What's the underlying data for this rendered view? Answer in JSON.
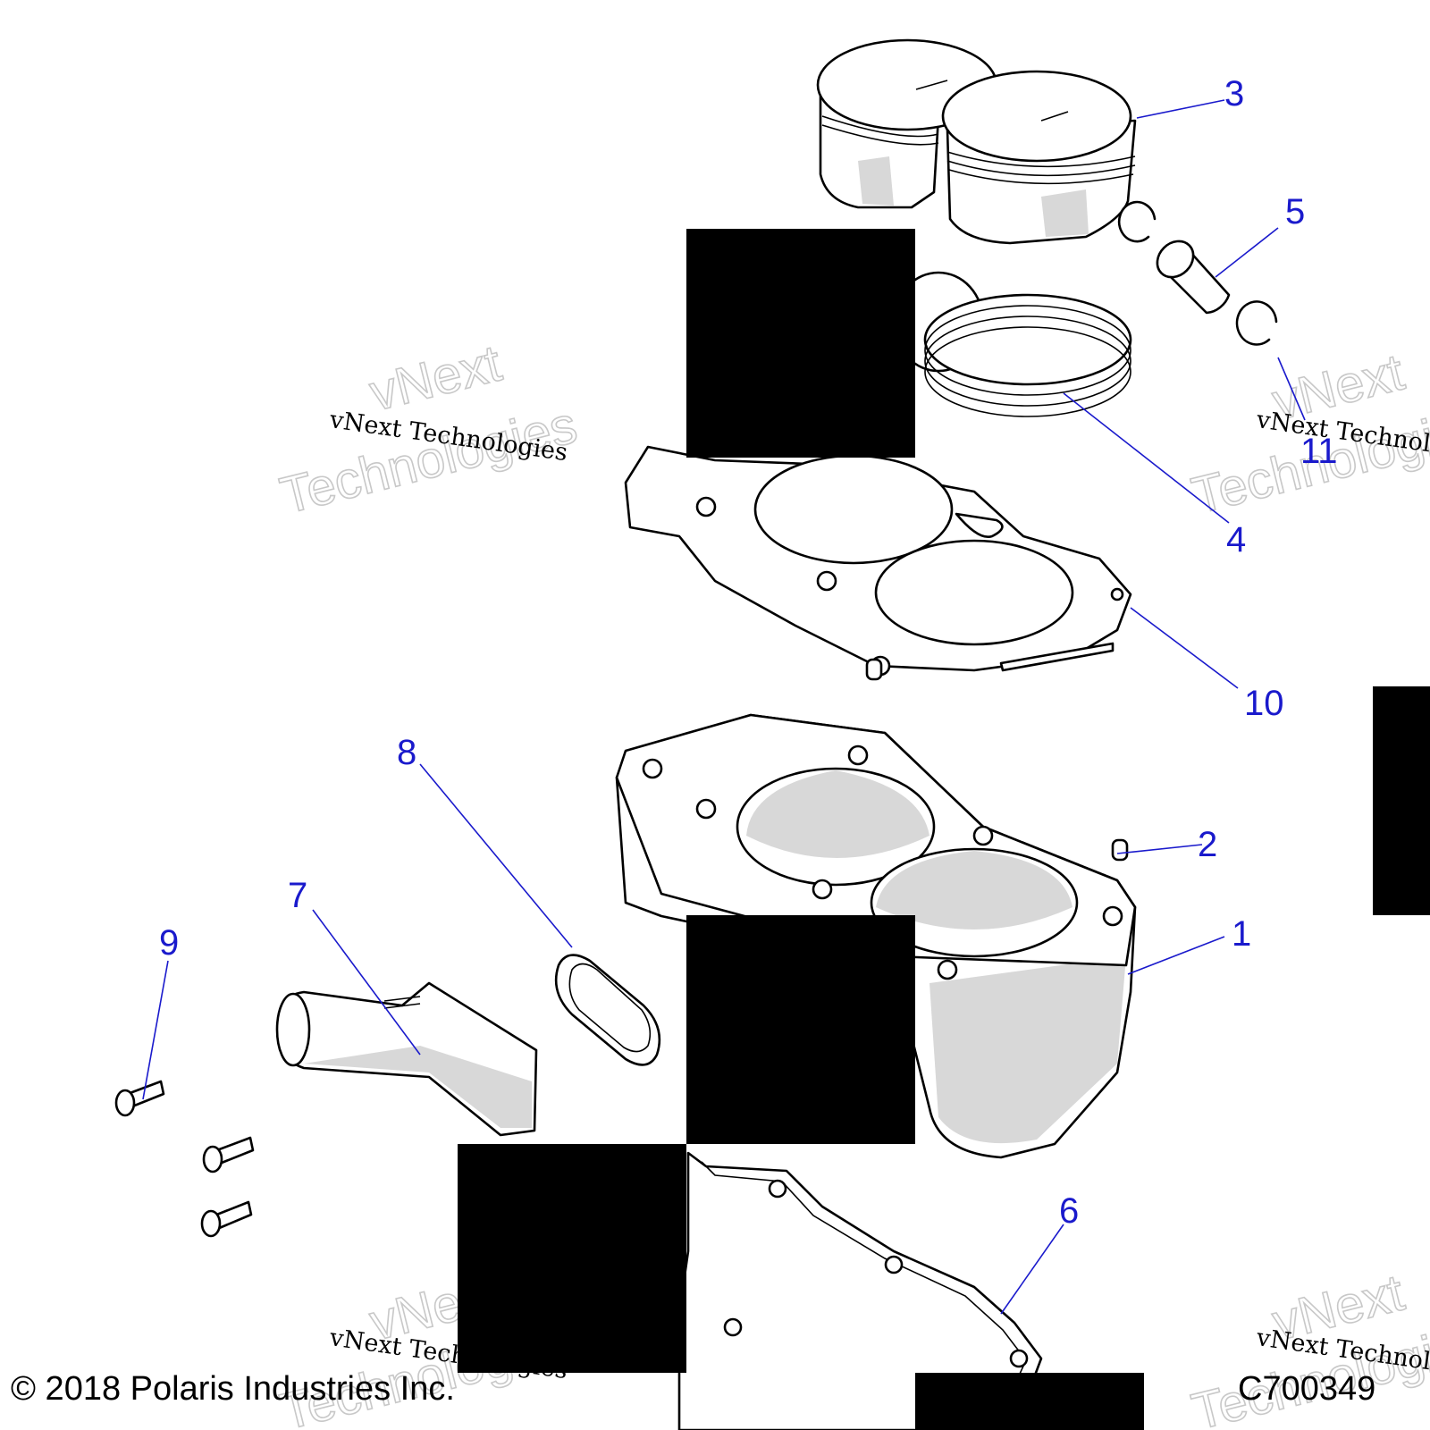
{
  "callouts": {
    "c1": "1",
    "c2": "2",
    "c3": "3",
    "c4": "4",
    "c5": "5",
    "c6": "6",
    "c7": "7",
    "c8": "8",
    "c9": "9",
    "c10": "10",
    "c11": "11"
  },
  "watermark": {
    "outline_line1": "vNext",
    "outline_line2": "Technologies",
    "serif_text": "vNext Technologies"
  },
  "footer": {
    "copyright": "© 2018 Polaris Industries Inc.",
    "drawing_number": "C700349"
  },
  "colors": {
    "callout": "#1a1acc",
    "redaction": "#000000",
    "part_shading": "#d8d8d8"
  }
}
